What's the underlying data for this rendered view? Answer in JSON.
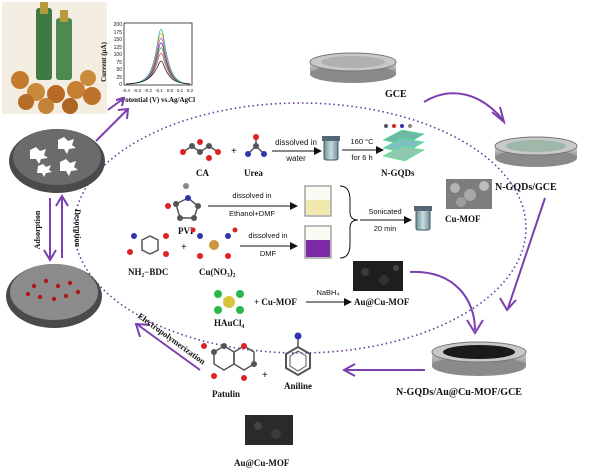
{
  "labels": {
    "gce": "GCE",
    "ngqds_gce": "N-GQDs/GCE",
    "final_electrode": "N-GQDs/Au@Cu-MOF/GCE",
    "ca": "CA",
    "urea": "Urea",
    "dissolved_in_water_1": "dissolved in",
    "dissolved_in_water_2": "water",
    "temp": "160 °C",
    "time": "for 6 h",
    "ngqds": "N-GQDs",
    "pvp": "PVP",
    "ethanol_dmf_1": "dissolved in",
    "ethanol_dmf_2": "Ethanol+DMF",
    "nh2bdc": "NH₂−BDC",
    "cuno3": "Cu(NO₃)₂",
    "dmf_1": "dissolved in",
    "dmf_2": "DMF",
    "sonicated_1": "Sonicated",
    "sonicated_2": "20 min",
    "cumof": "Cu-MOF",
    "haucl4": "HAuCl₄",
    "plus_cumof": "+ Cu-MOF",
    "nabh4": "NaBH₄",
    "au_cumof": "Au@Cu-MOF",
    "patulin": "Patulin",
    "aniline": "Aniline",
    "au_cumof_bottom": "Au@Cu-MOF",
    "electropolymerization": "Electropolymerization",
    "desorption": "Desorption",
    "adsorption": "Adsorption",
    "plus": "+"
  },
  "inset_chart": {
    "ylabel": "Current (μA)",
    "xlabel": "Potential (V) vs.Ag/AgCl",
    "yticks": [
      "0",
      "25",
      "50",
      "75",
      "100",
      "125",
      "150",
      "175",
      "200"
    ],
    "xticks": [
      "-0.4",
      "-0.3",
      "-0.2",
      "-0.1",
      "0.0",
      "0.1",
      "0.2"
    ]
  },
  "colors": {
    "arrow_purple": "#7b3fb0",
    "dotted_ellipse": "#6a3a9a",
    "electrode_gray": "#9a9a9a"
  }
}
